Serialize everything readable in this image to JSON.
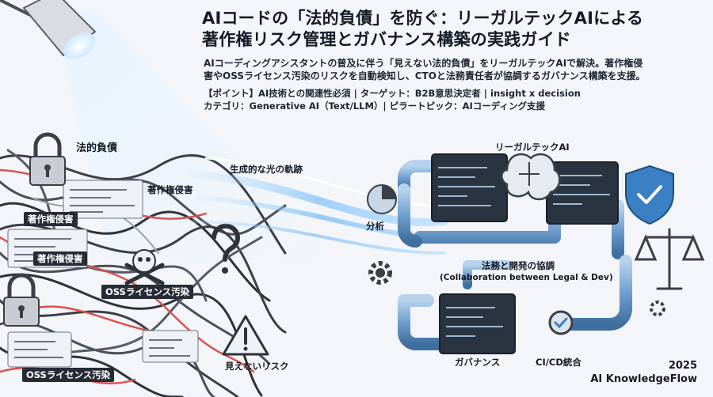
{
  "header": {
    "title_line1": "AIコードの「法的負債」を防ぐ：リーガルテックAIによる",
    "title_line2": "著作権リスク管理とガバナンス構築の実践ガイド",
    "subtitle_line1": "AIコーディングアシスタントの普及に伴う「見えない法的負債」をリーガルテックAIで解決。著作権侵",
    "subtitle_line2": "害やOSSライセンス汚染のリスクを自動検知し、CTOと法務責任者が協調するガバナンス構築を支援。",
    "meta_line1": "【ポイント】AI技術との関連性必須 | ターゲット：B2B意思決定者 | insight x decision",
    "meta_line2": "カテゴリ：Generative AI（Text/LLM）| ピラートピック：AIコーディング支援"
  },
  "left_labels": {
    "legal_debt": "法的負債",
    "copyright_1": "著作権侵害",
    "copyright_2": "著作権侵害",
    "copyright_3": "著作権侵害",
    "oss_1": "OSSライセンス汚染",
    "oss_2": "OSSライセンス汚染",
    "invisible_risk": "見えないリスク",
    "light_trail": "生成的な光の軌跡"
  },
  "right_labels": {
    "legaltech_ai": "リーガルテックAI",
    "analysis": "分析",
    "collab_jp": "法務と開発の協調",
    "collab_en": "(Collaboration between Legal & Dev)",
    "governance": "ガバナンス",
    "cicd": "CI/CD統合"
  },
  "footer": {
    "year": "2025",
    "brand": "AI KnowledgeFlow"
  },
  "icons": {
    "lamp": "spotlight-lamp-icon",
    "lock": "padlock-icon",
    "skull": "skull-crossbones-icon",
    "question": "question-mark-icon",
    "warning": "warning-triangle-icon",
    "brain": "brain-icon",
    "shield": "shield-check-icon",
    "scales": "justice-scales-icon",
    "pie": "pie-chart-icon",
    "gear": "gear-icon"
  },
  "colors": {
    "tangle": "#3a3f48",
    "risk_red": "#d9534f",
    "light": "#7fc4ff",
    "pipe": "#6f9fcf",
    "accent": "#3b7fc4"
  }
}
